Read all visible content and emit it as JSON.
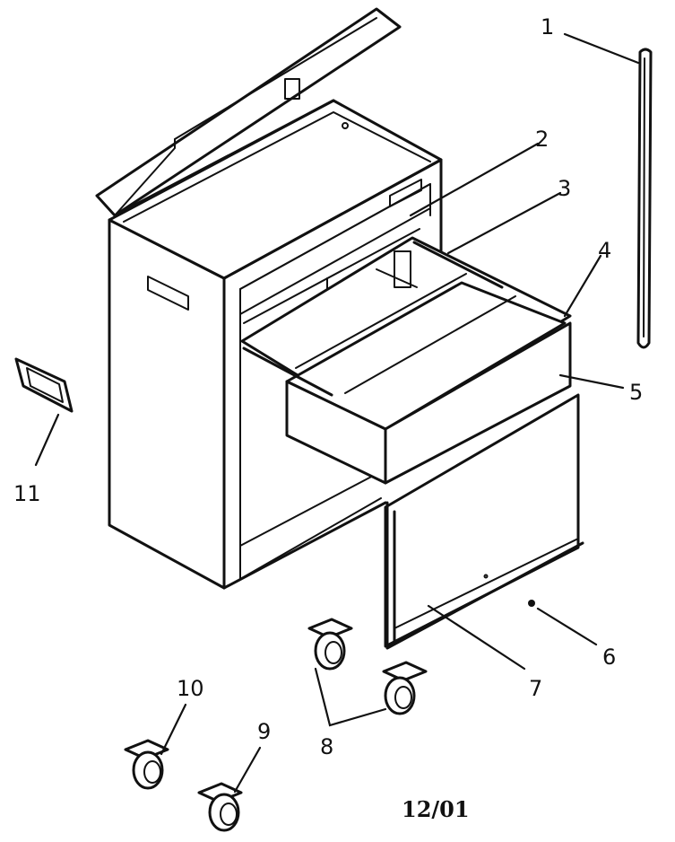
{
  "callouts": [
    "1",
    "2",
    "3",
    "4",
    "5",
    "6",
    "7",
    "8",
    "9",
    "10",
    "11"
  ],
  "date_code": "12/01"
}
